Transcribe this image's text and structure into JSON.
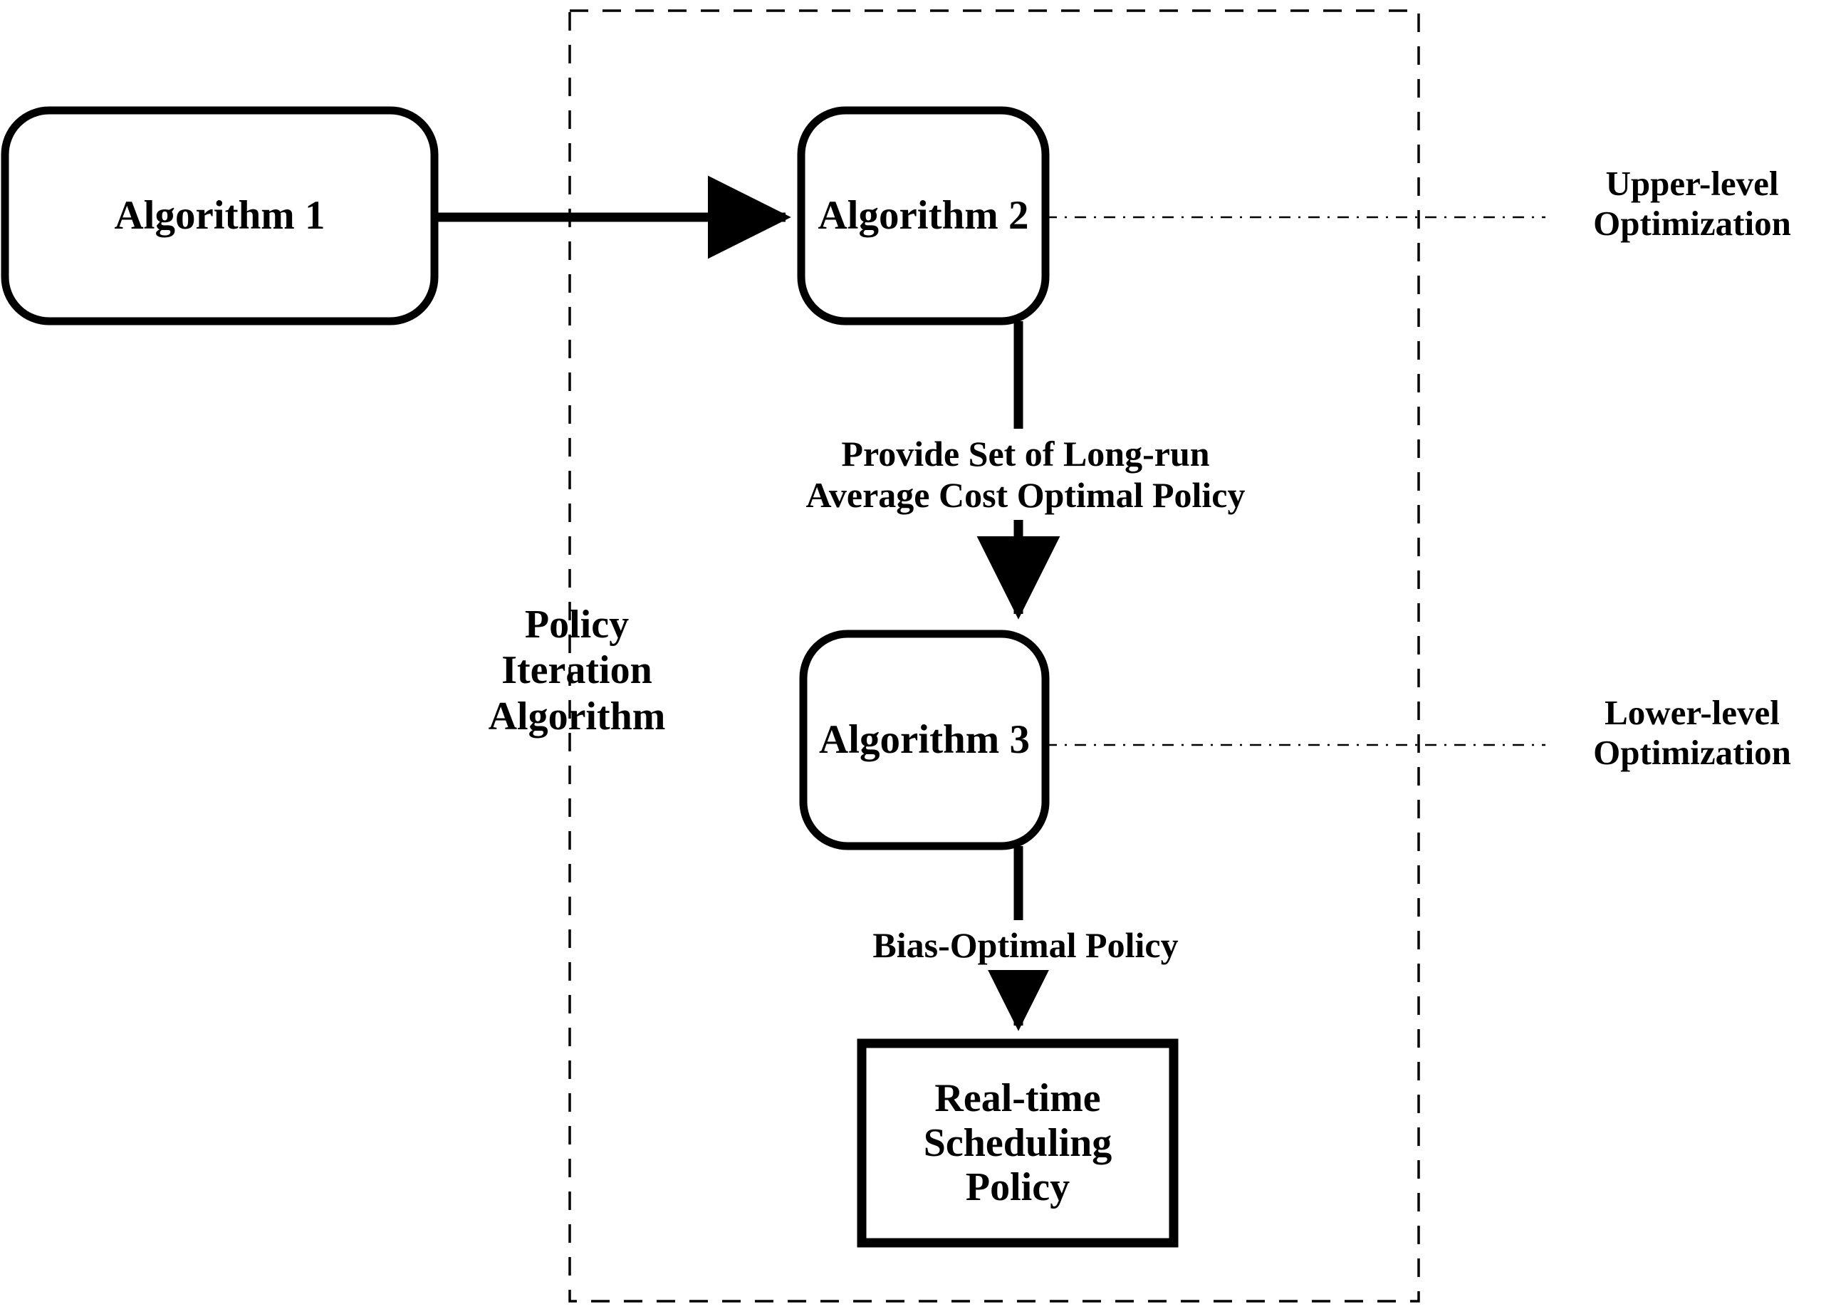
{
  "figure": {
    "type": "flow-diagram",
    "background_color": "#ffffff",
    "stroke_color": "#000000"
  },
  "nodes": [
    {
      "id": "algorithm-1",
      "label": "Algorithm 1",
      "shape": "rounded-rectangle"
    },
    {
      "id": "algorithm-2",
      "label": "Algorithm 2",
      "shape": "rounded-rectangle"
    },
    {
      "id": "algorithm-3",
      "label": "Algorithm 3",
      "shape": "rounded-rectangle"
    },
    {
      "id": "realtime-policy",
      "label": "Real-time\nScheduling\nPolicy",
      "shape": "rectangle",
      "lines": [
        "Real-time",
        "Scheduling",
        "Policy"
      ]
    }
  ],
  "node_labels": {
    "algorithm_1": "Algorithm 1",
    "algorithm_2": "Algorithm 2",
    "algorithm_3": "Algorithm 3",
    "realtime_line_1": "Real-time",
    "realtime_line_2": "Scheduling",
    "realtime_line_3": "Policy"
  },
  "edges": [
    {
      "id": "alg1-to-alg2",
      "from": "algorithm-1",
      "to": "algorithm-2",
      "direction": "right",
      "label": ""
    },
    {
      "id": "alg2-to-alg3",
      "from": "algorithm-2",
      "to": "algorithm-3",
      "direction": "down",
      "label_line_1": "Provide Set of Long-run",
      "label_line_2": "Average Cost Optimal Policy"
    },
    {
      "id": "alg3-to-policy",
      "from": "algorithm-3",
      "to": "realtime-policy",
      "direction": "down",
      "label_line_1": "Bias-Optimal Policy"
    }
  ],
  "edge_labels": {
    "provide_set_line_1": "Provide Set of Long-run",
    "provide_set_line_2": "Average Cost Optimal Policy",
    "bias_optimal": "Bias-Optimal Policy"
  },
  "annotations": {
    "policy_iteration_line_1": "Policy",
    "policy_iteration_line_2": "Iteration",
    "policy_iteration_line_3": "Algorithm",
    "upper_level_line_1": "Upper-level",
    "upper_level_line_2": "Optimization",
    "lower_level_line_1": "Lower-level",
    "lower_level_line_2": "Optimization"
  },
  "grouping_box": {
    "id": "policy-iteration-group",
    "style": "dashed",
    "label": "Policy Iteration Algorithm"
  },
  "leader_lines": [
    {
      "id": "upper-level-leader",
      "style": "dash-dot",
      "target": "Upper-level Optimization"
    },
    {
      "id": "lower-level-leader",
      "style": "dash-dot",
      "target": "Lower-level Optimization"
    }
  ]
}
